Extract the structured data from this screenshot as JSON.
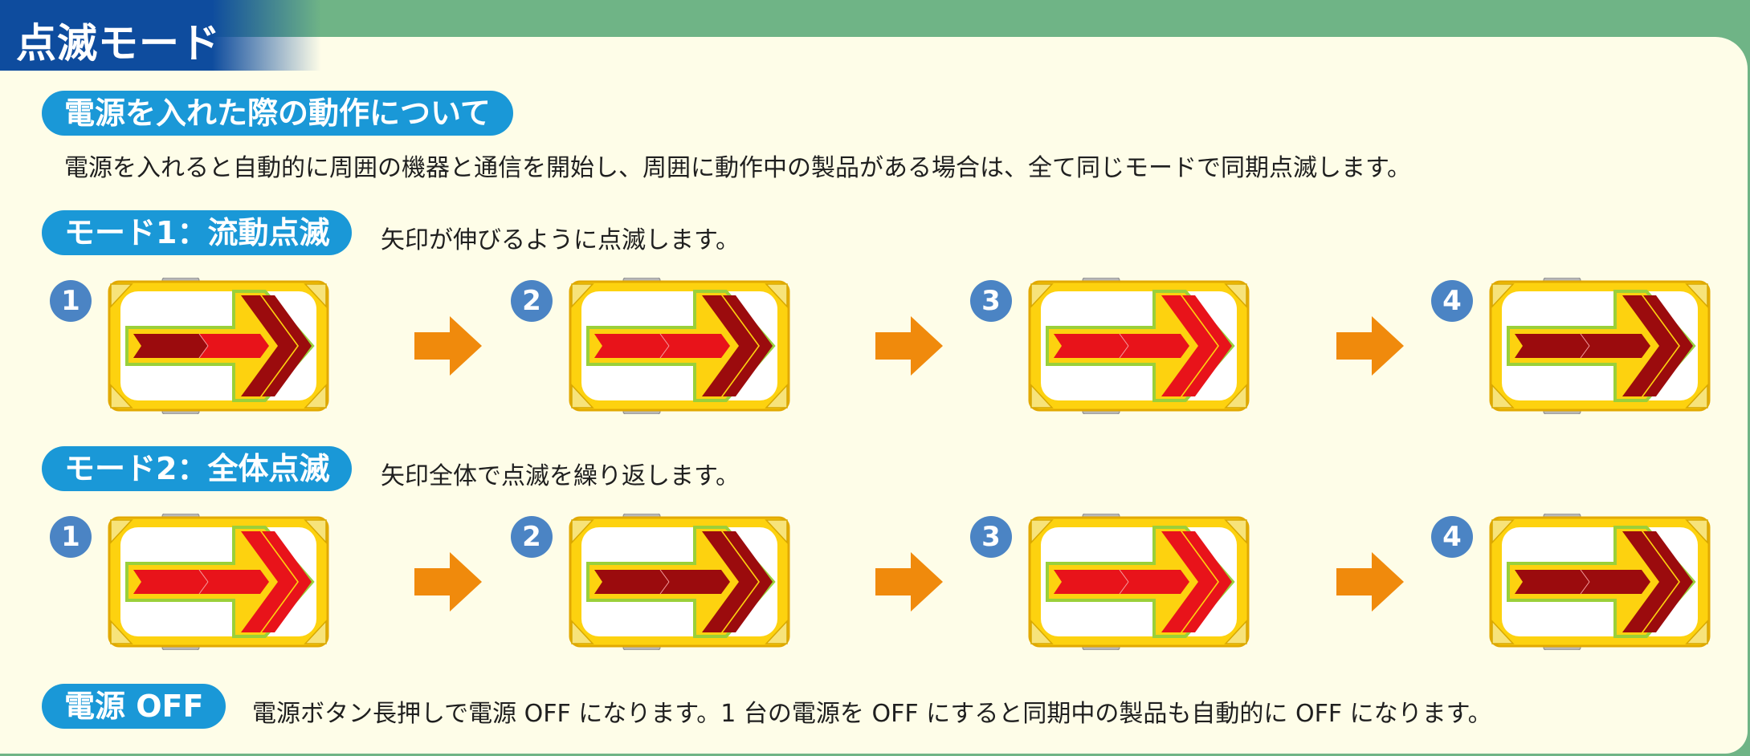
{
  "title": "点滅モード",
  "power_on": {
    "label": "電源を入れた際の動作について",
    "text": "電源を入れると自動的に周囲の機器と通信を開始し、周囲に動作中の製品がある場合は、全て同じモードで同期点滅します。"
  },
  "mode1": {
    "label": "モード1：流動点滅",
    "text": "矢印が伸びるように点滅します。",
    "steps": [
      "1",
      "2",
      "3",
      "4"
    ]
  },
  "mode2": {
    "label": "モード2：全体点滅",
    "text": "矢印全体で点滅を繰り返します。",
    "steps": [
      "1",
      "2",
      "3",
      "4"
    ]
  },
  "power_off": {
    "label": "電源 OFF",
    "text": "電源ボタン長押しで電源 OFF になります。1 台の電源を OFF にすると同期中の製品も自動的に OFF になります。"
  },
  "colors": {
    "header_blue": "#0e4c9e",
    "pill_blue": "#1a98d7",
    "step_orange": "#f08a0c",
    "lit_red": "#e8131a",
    "dim_red": "#9b0b0d",
    "frame_yellow": "#fdd20f"
  }
}
